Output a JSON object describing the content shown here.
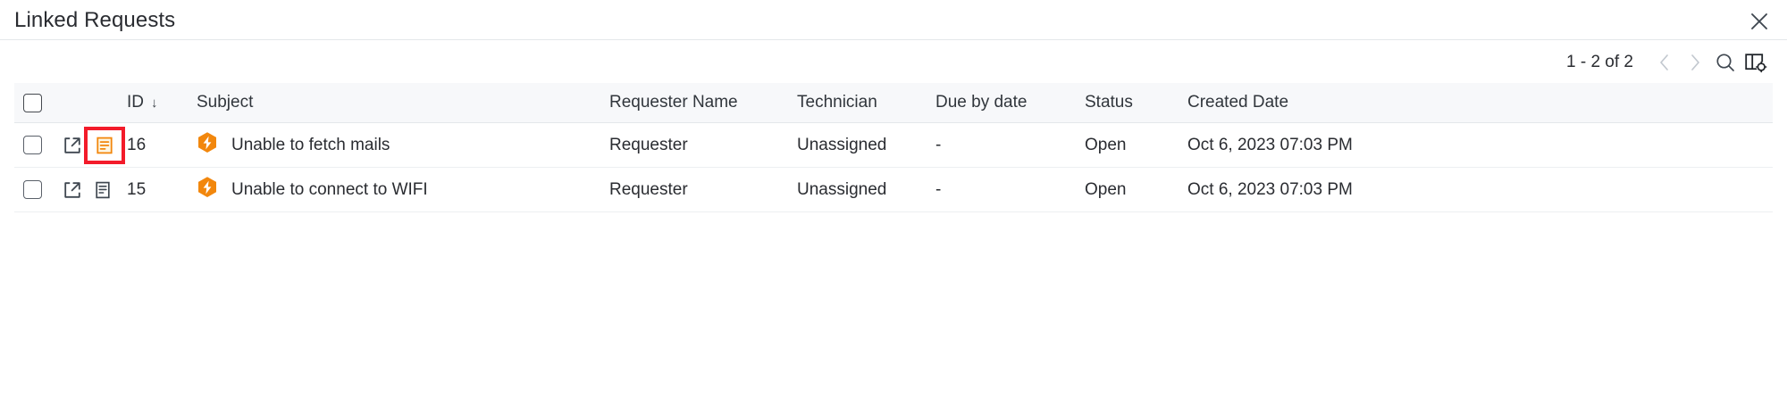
{
  "window": {
    "title": "Linked Requests",
    "close_icon": "close-icon"
  },
  "toolbar": {
    "pagination_label": "1 - 2 of 2",
    "prev_icon": "chevron-left-icon",
    "next_icon": "chevron-right-icon",
    "search_icon": "search-icon",
    "column_settings_icon": "column-settings-icon",
    "prev_enabled": false,
    "next_enabled": false
  },
  "table": {
    "columns": [
      {
        "key": "select",
        "label": ""
      },
      {
        "key": "actions",
        "label": ""
      },
      {
        "key": "id",
        "label": "ID",
        "sort": "desc",
        "sort_glyph": "↓"
      },
      {
        "key": "subject",
        "label": "Subject"
      },
      {
        "key": "requester",
        "label": "Requester Name"
      },
      {
        "key": "technician",
        "label": "Technician"
      },
      {
        "key": "due",
        "label": "Due by date"
      },
      {
        "key": "status",
        "label": "Status"
      },
      {
        "key": "created",
        "label": "Created Date"
      }
    ],
    "rows": [
      {
        "id": "16",
        "subject": "Unable to fetch mails",
        "requester": "Requester",
        "technician": "Unassigned",
        "due": "-",
        "status": "Open",
        "created": "Oct 6, 2023 07:03 PM",
        "type_icon": "request-hexagon-icon",
        "open_icon": "external-link-icon",
        "notes_icon": "notes-icon",
        "notes_highlighted": true
      },
      {
        "id": "15",
        "subject": "Unable to connect to WIFI",
        "requester": "Requester",
        "technician": "Unassigned",
        "due": "-",
        "status": "Open",
        "created": "Oct 6, 2023 07:03 PM",
        "type_icon": "request-hexagon-icon",
        "open_icon": "external-link-icon",
        "notes_icon": "notes-icon",
        "notes_highlighted": false
      }
    ]
  },
  "colors": {
    "accent_orange": "#f2870d",
    "highlight_red": "#f31b2a",
    "header_bg": "#f7f8fa",
    "text": "#2a2c31",
    "icon_dark": "#3f4750",
    "divider": "#e4e7ea"
  }
}
